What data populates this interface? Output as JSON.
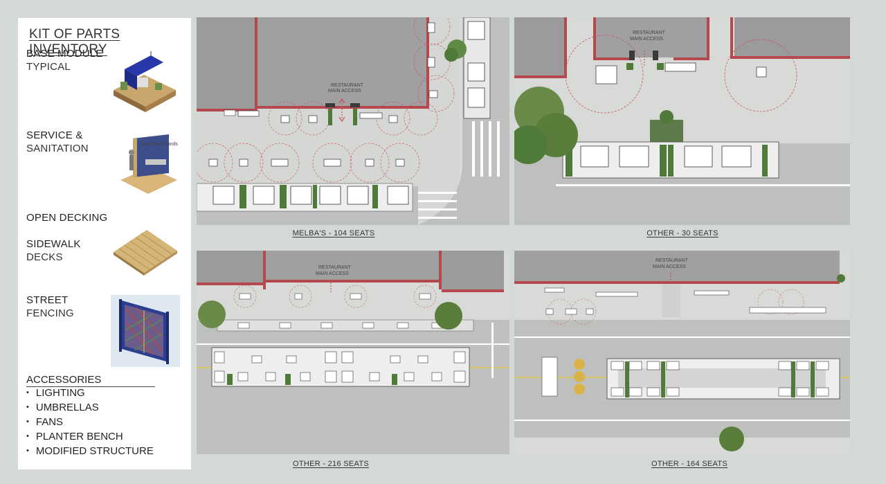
{
  "inventory": {
    "title": "KIT OF PARTS INVENTORY",
    "base_module": "BASE MODULE",
    "base_module_sub": "TYPICAL",
    "service": "SERVICE &",
    "service_sub": "SANITATION",
    "open_decking": "OPEN DECKING",
    "sidewalk": "SIDEWALK",
    "sidewalk_sub": "DECKS",
    "street": "STREET",
    "street_sub": "FENCING",
    "accessories_title": "ACCESSORIES",
    "accessories": [
      "LIGHTING",
      "UMBRELLAS",
      "FANS",
      "PLANTER BENCH",
      "MODIFIED STRUCTURE"
    ]
  },
  "plans": {
    "restaurant_label_1": "RESTAURANT",
    "restaurant_label_2": "MAIN ACCESS",
    "captions": [
      "MELBA'S - 104 SEATS",
      "OTHER - 30 SEATS",
      "OTHER - 216 SEATS",
      "OTHER - 164 SEATS"
    ]
  },
  "colors": {
    "background": "#d3d9d4",
    "wall_red": "#b5474f",
    "building_gray": "#9a9a9a",
    "sidewalk": "#d8dad8",
    "street": "#bdc0bd",
    "planter_green": "#4f7a3a",
    "umbrella_circle": "#c9535c"
  }
}
